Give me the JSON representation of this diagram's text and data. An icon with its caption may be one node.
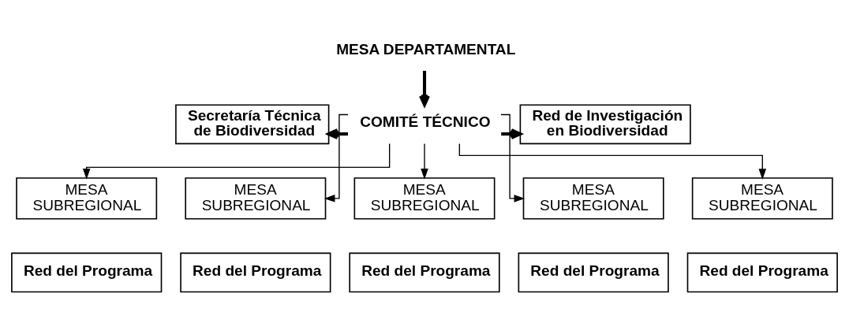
{
  "diagram": {
    "nodes": [
      {
        "text": [
          "MESA DEPARTAMENTAL"
        ]
      },
      {
        "text": [
          "Secretaría Técnica de Biodiversidad"
        ]
      },
      {
        "text": [
          "COMITÉ TÉCNICO"
        ]
      },
      {
        "text": [
          "Red de Investigación en Biodiversidad"
        ]
      },
      {
        "text": [
          "MESA SUBREGIONAL"
        ]
      },
      {
        "text": [
          "MESA SUBREGIONAL"
        ]
      },
      {
        "text": [
          "MESA SUBREGIONAL"
        ]
      },
      {
        "text": [
          "MESA SUBREGIONAL"
        ]
      },
      {
        "text": [
          "MESA SUBREGIONAL"
        ]
      },
      {
        "text": [
          "Red del Programa"
        ]
      },
      {
        "text": [
          "Red del Programa"
        ]
      },
      {
        "text": [
          "Red del Programa"
        ]
      },
      {
        "text": [
          "Red del Programa"
        ]
      },
      {
        "text": [
          "Red del Programa"
        ]
      }
    ],
    "edges": [
      {
        "from": 0,
        "to": 2,
        "arrow": "to",
        "style": "thick"
      },
      {
        "from": 2,
        "to": 1,
        "arrow": "to",
        "style": "thick"
      },
      {
        "from": 2,
        "to": 3,
        "arrow": "to",
        "style": "thick"
      },
      {
        "from": 2,
        "to": 4,
        "arrow": "to"
      },
      {
        "from": 2,
        "to": 5,
        "arrow": "to"
      },
      {
        "from": 2,
        "to": 6,
        "arrow": "to"
      },
      {
        "from": 2,
        "to": 7,
        "arrow": "to"
      },
      {
        "from": 2,
        "to": 8,
        "arrow": "to"
      }
    ]
  }
}
